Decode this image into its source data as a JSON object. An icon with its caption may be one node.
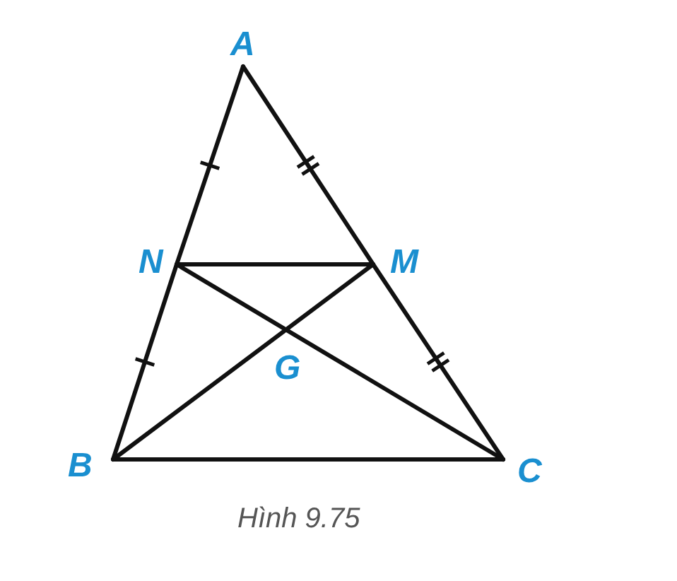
{
  "diagram": {
    "caption": "Hình 9.75",
    "nodes": [
      {
        "text": [
          "A"
        ]
      },
      {
        "text": [
          "N"
        ]
      },
      {
        "text": [
          "M"
        ]
      },
      {
        "text": [
          "B"
        ]
      },
      {
        "text": [
          "C"
        ]
      }
    ],
    "edges": [
      {
        "from": 0,
        "to": 1,
        "arrow": "none"
      },
      {
        "from": 1,
        "to": 3,
        "arrow": "none"
      },
      {
        "from": 0,
        "to": 2,
        "arrow": "none"
      },
      {
        "from": 2,
        "to": 4,
        "arrow": "none"
      },
      {
        "from": 3,
        "to": 4,
        "arrow": "none"
      },
      {
        "from": 1,
        "to": 2,
        "arrow": "none"
      },
      {
        "from": 1,
        "to": 4,
        "arrow": "none"
      },
      {
        "from": 3,
        "to": 2,
        "arrow": "none"
      }
    ],
    "labels": [
      "G"
    ]
  }
}
